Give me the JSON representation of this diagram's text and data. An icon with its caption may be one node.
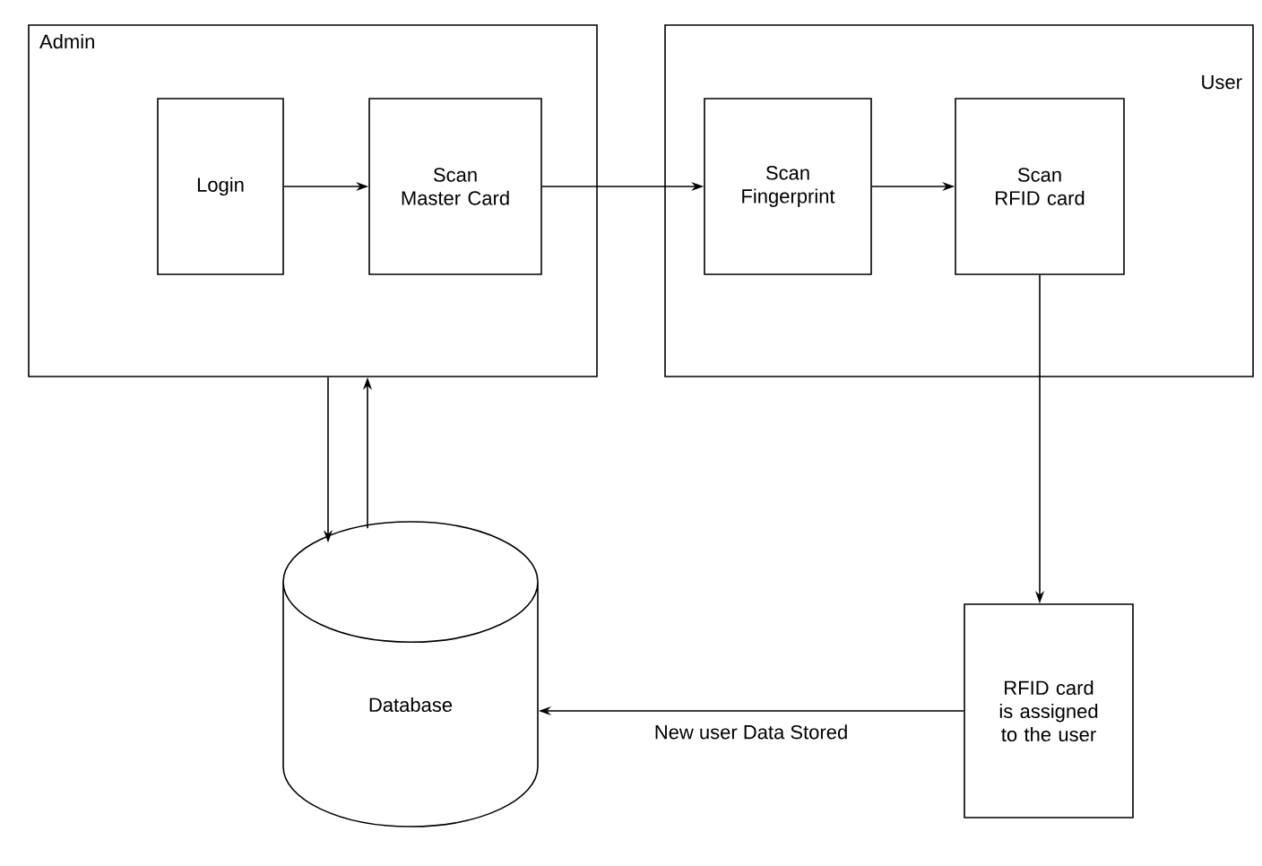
{
  "diagram": {
    "nodes": [
      {
        "text": [
          "Admin"
        ]
      },
      {
        "text": [
          "Login"
        ],
        "in": 0
      },
      {
        "text": [
          "Scan Master Card"
        ],
        "in": 0
      },
      {
        "text": [
          "User"
        ]
      },
      {
        "text": [
          "Scan Fingerprint"
        ],
        "in": 3
      },
      {
        "text": [
          "Scan RFID card"
        ],
        "in": 3
      },
      {
        "text": [
          "Database"
        ]
      },
      {
        "text": [
          "RFID card is assigned to the user"
        ]
      }
    ],
    "edges": [
      {
        "from": 1,
        "to": 2,
        "arrow": "to"
      },
      {
        "from": 2,
        "to": 4,
        "arrow": "to"
      },
      {
        "from": 4,
        "to": 5,
        "arrow": "to"
      },
      {
        "from": 5,
        "to": 7,
        "arrow": "to"
      },
      {
        "from": 7,
        "to": 6,
        "arrow": "to",
        "label": "New user Data Stored"
      },
      {
        "from": 0,
        "to": 6,
        "arrow": "to"
      },
      {
        "from": 6,
        "to": 0,
        "arrow": "to"
      }
    ]
  }
}
